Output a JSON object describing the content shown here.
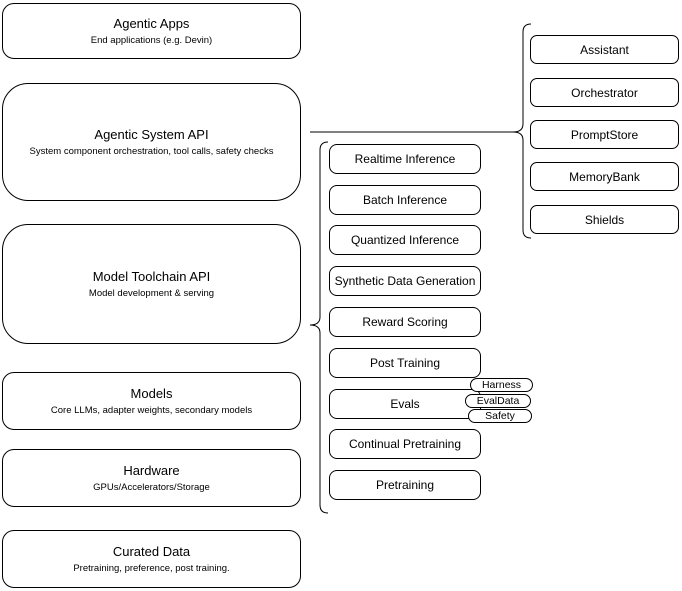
{
  "colors": {
    "stroke": "#000000",
    "fill": "#ffffff",
    "text": "#000000",
    "background": "#ffffff"
  },
  "left_stack": [
    {
      "title": "Agentic Apps",
      "subtitle": "End applications (e.g. Devin)"
    },
    {
      "title": "Agentic System API",
      "subtitle": "System component orchestration, tool calls, safety checks"
    },
    {
      "title": "Model Toolchain API",
      "subtitle": "Model development & serving"
    },
    {
      "title": "Models",
      "subtitle": "Core LLMs, adapter weights, secondary models"
    },
    {
      "title": "Hardware",
      "subtitle": "GPUs/Accelerators/Storage"
    },
    {
      "title": "Curated Data",
      "subtitle": "Pretraining, preference, post training."
    }
  ],
  "toolchain_services": [
    {
      "label": "Realtime Inference"
    },
    {
      "label": "Batch Inference"
    },
    {
      "label": "Quantized Inference"
    },
    {
      "label": "Synthetic Data Generation"
    },
    {
      "label": "Reward Scoring"
    },
    {
      "label": "Post Training"
    },
    {
      "label": "Evals"
    },
    {
      "label": "Continual Pretraining"
    },
    {
      "label": "Pretraining"
    }
  ],
  "evals_tags": [
    {
      "label": "Harness"
    },
    {
      "label": "EvalData"
    },
    {
      "label": "Safety"
    }
  ],
  "system_components": [
    {
      "label": "Assistant"
    },
    {
      "label": "Orchestrator"
    },
    {
      "label": "PromptStore"
    },
    {
      "label": "MemoryBank"
    },
    {
      "label": "Shields"
    }
  ]
}
